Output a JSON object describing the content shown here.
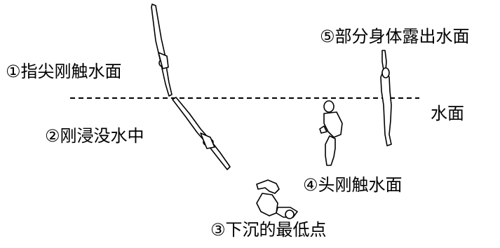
{
  "labels": {
    "stage1": "①指尖刚触水面",
    "stage2": "②刚浸没水中",
    "stage3": "③下沉的最低点",
    "stage4": "④头刚触水面",
    "stage5": "⑤部分身体露出水面",
    "water_surface": "水面"
  },
  "colors": {
    "ink": "#000000",
    "background": "#ffffff"
  }
}
